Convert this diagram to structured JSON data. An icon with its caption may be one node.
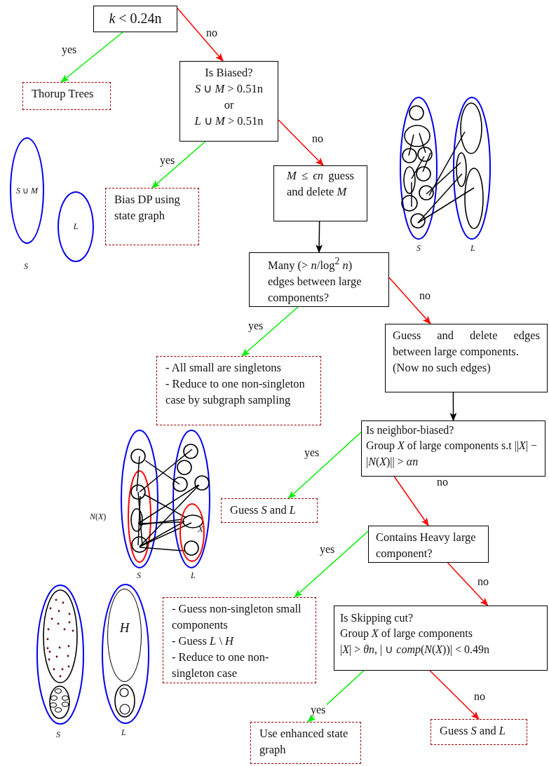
{
  "diagram": {
    "nodes": [
      {
        "text": [
          "*k* < 0.24n"
        ]
      },
      {
        "text": [
          "Thorup Trees"
        ]
      },
      {
        "text": [
          "Is Biased?",
          "*S* ∪ *M* > 0.51n",
          "or",
          "*L* ∪ *M* > 0.51n"
        ]
      },
      {
        "text": [
          "Bias DP using state graph"
        ]
      },
      {
        "text": [
          "*M* ≤ *ϵn* guess and delete *M*"
        ]
      },
      {
        "text": [
          "Many (> *n*/log$^{2}$ *n*) edges between large components?"
        ]
      },
      {
        "text": [
          "- All small are singletons",
          "- Reduce to one non-singleton case by subgraph sampling"
        ]
      },
      {
        "text": [
          "Guess and delete edges between large components.",
          "(Now no such edges)"
        ]
      },
      {
        "text": [
          "Is neighbor-biased?",
          "Group *X* of large components s.t ||*X*| − |*N*(*X*)|| > *αn*"
        ]
      },
      {
        "text": [
          "Guess *S* and *L*"
        ]
      },
      {
        "text": [
          "Contains Heavy large component?"
        ]
      },
      {
        "text": [
          "- Guess non-singleton small components",
          "- Guess *L* \\ *H*",
          "- Reduce to one non-singleton case"
        ]
      },
      {
        "text": [
          "Is Skipping cut?",
          "Group *X* of large components",
          "|*X*| > *θn*, | ∪ *comp*(*N*(*X*))| < 0.49n"
        ]
      },
      {
        "text": [
          "Use enhanced state graph"
        ]
      },
      {
        "text": [
          "Guess *S* and *L*"
        ]
      },
      {
        "text": [
          "*S* ∪ *M*"
        ],
        "beside": [
          "*S*"
        ]
      },
      {
        "text": [
          "*L*"
        ]
      },
      {
        "text": [
          "*X*"
        ]
      },
      {
        "text": [
          "*H*"
        ]
      }
    ],
    "edges": [
      {
        "from": 0,
        "to": 1,
        "arrow": "to",
        "label": "yes",
        "color": "#00ee00"
      },
      {
        "from": 0,
        "to": 2,
        "arrow": "to",
        "label": "no",
        "color": "#ff0000"
      },
      {
        "from": 2,
        "to": 3,
        "arrow": "to",
        "label": "yes",
        "color": "#00ee00"
      },
      {
        "from": 2,
        "to": 4,
        "arrow": "to",
        "label": "no",
        "color": "#ff0000"
      },
      {
        "from": 4,
        "to": 5,
        "arrow": "to",
        "color": "#000000"
      },
      {
        "from": 5,
        "to": 6,
        "arrow": "to",
        "label": "yes",
        "color": "#00ee00"
      },
      {
        "from": 5,
        "to": 7,
        "arrow": "to",
        "label": "no",
        "color": "#ff0000"
      },
      {
        "from": 7,
        "to": 8,
        "arrow": "to",
        "color": "#000000"
      },
      {
        "from": 8,
        "to": 9,
        "arrow": "to",
        "label": "yes",
        "color": "#00ee00"
      },
      {
        "from": 8,
        "to": 10,
        "arrow": "to",
        "label": "no",
        "color": "#ff0000"
      },
      {
        "from": 10,
        "to": 11,
        "arrow": "to",
        "label": "yes",
        "color": "#00ee00"
      },
      {
        "from": 10,
        "to": 12,
        "arrow": "to",
        "label": "no",
        "color": "#ff0000"
      },
      {
        "from": 12,
        "to": 13,
        "arrow": "to",
        "label": "yes",
        "color": "#00ee00"
      },
      {
        "from": 12,
        "to": 14,
        "arrow": "to",
        "label": "no",
        "color": "#ff0000"
      }
    ],
    "labels": [
      "*S*",
      "*L*",
      "*N*(*X*)",
      "*S*",
      "*L*",
      "*S*",
      "*L*"
    ]
  }
}
